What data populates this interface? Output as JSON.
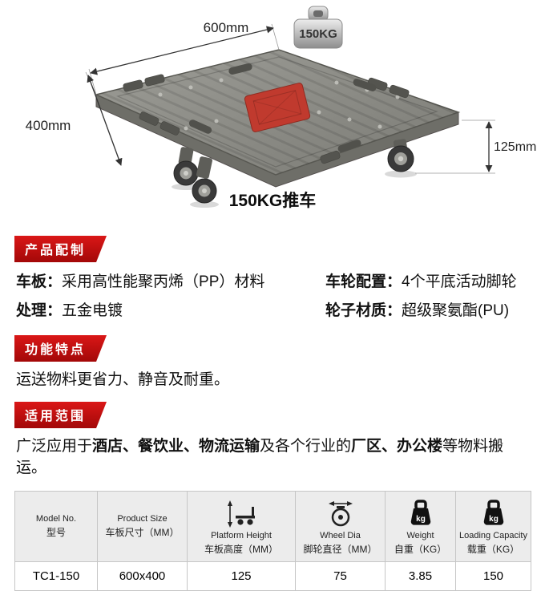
{
  "hero": {
    "dim_top": "600mm",
    "dim_left": "400mm",
    "dim_right": "125mm",
    "weight_badge": "150KG",
    "caption": "150KG推车"
  },
  "section_config": {
    "title": "产品配制",
    "left_rows": [
      {
        "label": "车板：",
        "value": "采用高性能聚丙烯（PP）材料"
      },
      {
        "label": "处理：",
        "value": "五金电镀"
      }
    ],
    "right_rows": [
      {
        "label": "车轮配置：",
        "value": "4个平底活动脚轮"
      },
      {
        "label": "轮子材质：",
        "value": "超级聚氨酯(PU)"
      }
    ]
  },
  "section_features": {
    "title": "功能特点",
    "text": "运送物料更省力、静音及耐重。"
  },
  "section_scope": {
    "title": "适用范围",
    "parts": [
      "广泛应用于",
      "酒店、餐饮业、物流运输",
      "及各个行业的",
      "厂区、办公楼",
      "等物料搬运。"
    ]
  },
  "spec_table": {
    "headers": [
      {
        "en": "Model No.",
        "zh": "型号"
      },
      {
        "en": "Product Size",
        "zh": "车板尺寸（MM）"
      },
      {
        "en": "Platform Height",
        "zh": "车板高度（MM）"
      },
      {
        "en": "Wheel Dia",
        "zh": "脚轮直径（MM）"
      },
      {
        "en": "Weight",
        "zh": "自重（KG）"
      },
      {
        "en": "Loading Capacity",
        "zh": "载重（KG）"
      }
    ],
    "kg_label": "kg",
    "row": [
      "TC1-150",
      "600x400",
      "125",
      "75",
      "3.85",
      "150"
    ]
  },
  "colors": {
    "accent_red": "#c3101c",
    "platform_gray": "#8a8a85",
    "table_header_bg": "#ececec"
  }
}
